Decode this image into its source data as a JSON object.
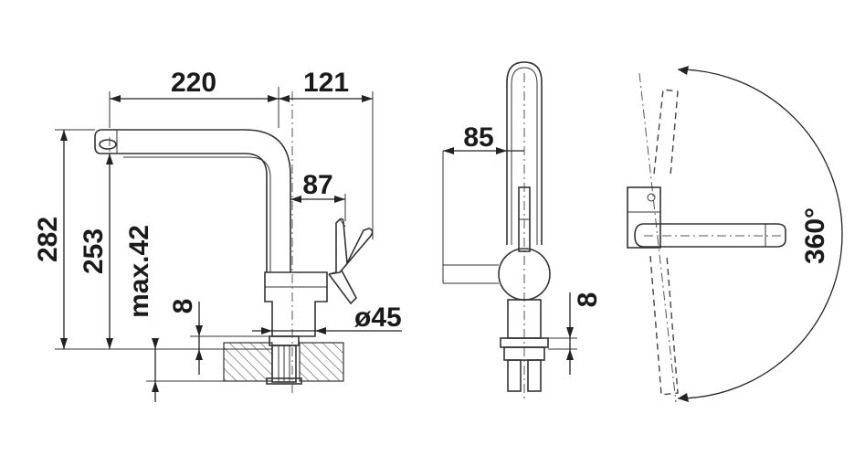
{
  "dimensions": {
    "width_spout": "220",
    "width_handle": "121",
    "inner_width": "87",
    "total_height": "282",
    "spout_height": "253",
    "max_deck": "max.42",
    "deck_gap_left": "8",
    "base_diameter": "ø45",
    "side_offset": "85",
    "deck_gap_right": "8",
    "swivel": "360°"
  },
  "colors": {
    "line": "#333333",
    "hatch": "#555555",
    "background": "#ffffff"
  }
}
